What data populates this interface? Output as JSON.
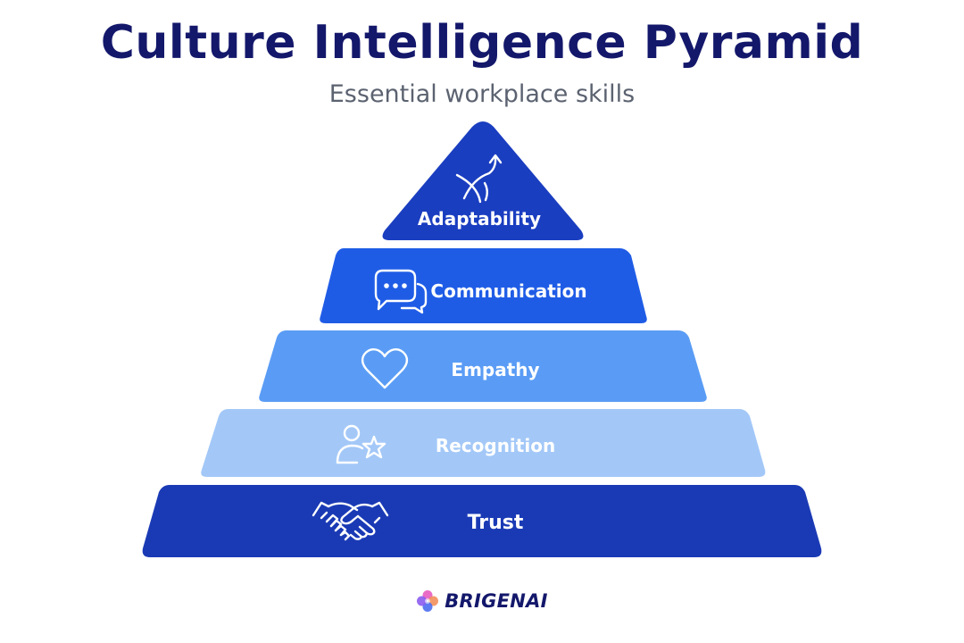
{
  "header": {
    "title": "Culture Intelligence Pyramid",
    "subtitle": "Essential workplace skills"
  },
  "tiers": [
    {
      "label": "Adaptability",
      "icon": "arrows-merge-icon",
      "color": "#1a3ec0"
    },
    {
      "label": "Communication",
      "icon": "chat-bubbles-icon",
      "color": "#1f5ce6"
    },
    {
      "label": "Empathy",
      "icon": "heart-icon",
      "color": "#5a9cf5"
    },
    {
      "label": "Recognition",
      "icon": "person-star-icon",
      "color": "#a3c8f8"
    },
    {
      "label": "Trust",
      "icon": "handshake-icon",
      "color": "#1a3ab5"
    }
  ],
  "brand": {
    "name": "BRIGENAI",
    "logo_icon": "flower-logo-icon"
  }
}
